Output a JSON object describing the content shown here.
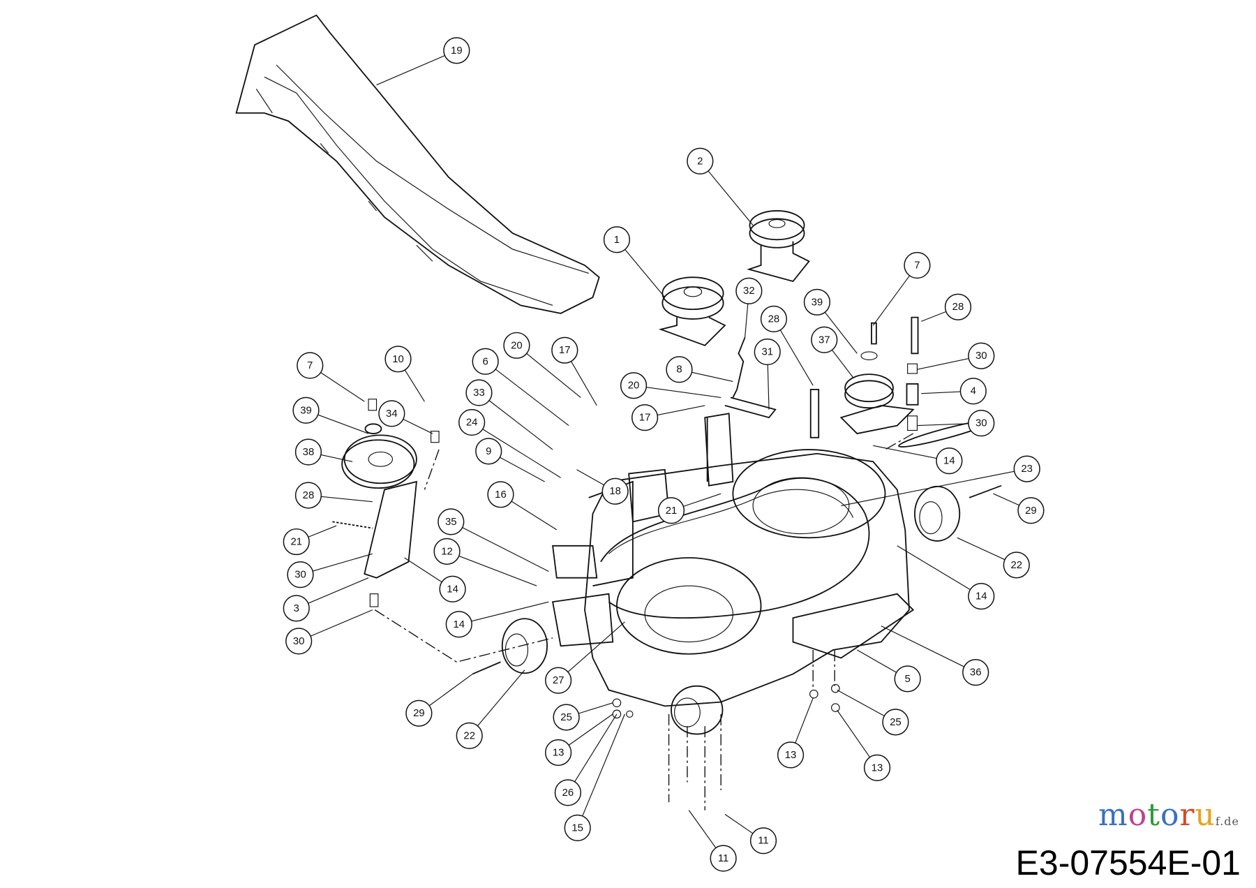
{
  "diagram_code": "E3-07554E-01",
  "watermark": "motoruf.de",
  "callouts": [
    "19",
    "2",
    "1",
    "7",
    "32",
    "39",
    "28",
    "28",
    "37",
    "30",
    "4",
    "30",
    "14",
    "23",
    "29",
    "22",
    "14",
    "36",
    "5",
    "25",
    "13",
    "13",
    "11",
    "11",
    "15",
    "26",
    "13",
    "25",
    "22",
    "29",
    "27",
    "14",
    "12",
    "35",
    "16",
    "9",
    "24",
    "18",
    "33",
    "6",
    "20",
    "17",
    "20",
    "17",
    "8",
    "31",
    "21",
    "7",
    "10",
    "39",
    "34",
    "38",
    "28",
    "21",
    "30",
    "14",
    "3",
    "30"
  ]
}
